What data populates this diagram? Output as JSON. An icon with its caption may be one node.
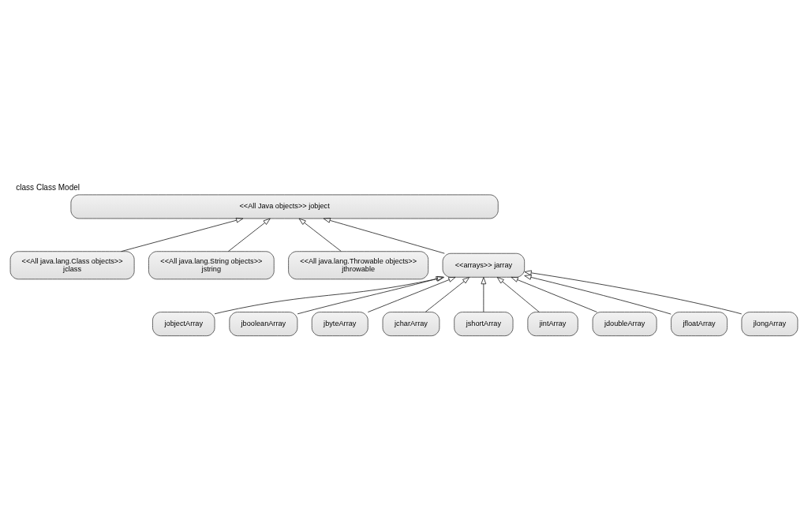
{
  "diagram": {
    "title": "class Class Model",
    "nodes": [
      {
        "text": [
          "<<All Java objects>> jobject"
        ]
      },
      {
        "text": [
          "<<All java.lang.Class objects>>",
          "jclass"
        ]
      },
      {
        "text": [
          "<<All java.lang.String objects>>",
          "jstring"
        ]
      },
      {
        "text": [
          "<<All java.lang.Throwable objects>>",
          "jthrowable"
        ]
      },
      {
        "text": [
          "<<arrays>> jarray"
        ]
      },
      {
        "text": [
          "jobjectArray"
        ]
      },
      {
        "text": [
          "jbooleanArray"
        ]
      },
      {
        "text": [
          "jbyteArray"
        ]
      },
      {
        "text": [
          "jcharArray"
        ]
      },
      {
        "text": [
          "jshortArray"
        ]
      },
      {
        "text": [
          "jintArray"
        ]
      },
      {
        "text": [
          "jdoubleArray"
        ]
      },
      {
        "text": [
          "jfloatArray"
        ]
      },
      {
        "text": [
          "jlongArray"
        ]
      }
    ],
    "edges": [
      {
        "from": 1,
        "to": 0,
        "arrow": "to"
      },
      {
        "from": 2,
        "to": 0,
        "arrow": "to"
      },
      {
        "from": 4,
        "to": 0,
        "arrow": "to"
      },
      {
        "from": 3,
        "to": 0,
        "arrow": "to"
      },
      {
        "from": 5,
        "to": 4,
        "arrow": "to"
      },
      {
        "from": 6,
        "to": 4,
        "arrow": "to"
      },
      {
        "from": 7,
        "to": 4,
        "arrow": "to"
      },
      {
        "from": 8,
        "to": 4,
        "arrow": "to"
      },
      {
        "from": 9,
        "to": 4,
        "arrow": "to"
      },
      {
        "from": 10,
        "to": 4,
        "arrow": "to"
      },
      {
        "from": 11,
        "to": 4,
        "arrow": "to"
      },
      {
        "from": 12,
        "to": 4,
        "arrow": "to"
      },
      {
        "from": 13,
        "to": 4,
        "arrow": "to"
      }
    ]
  }
}
